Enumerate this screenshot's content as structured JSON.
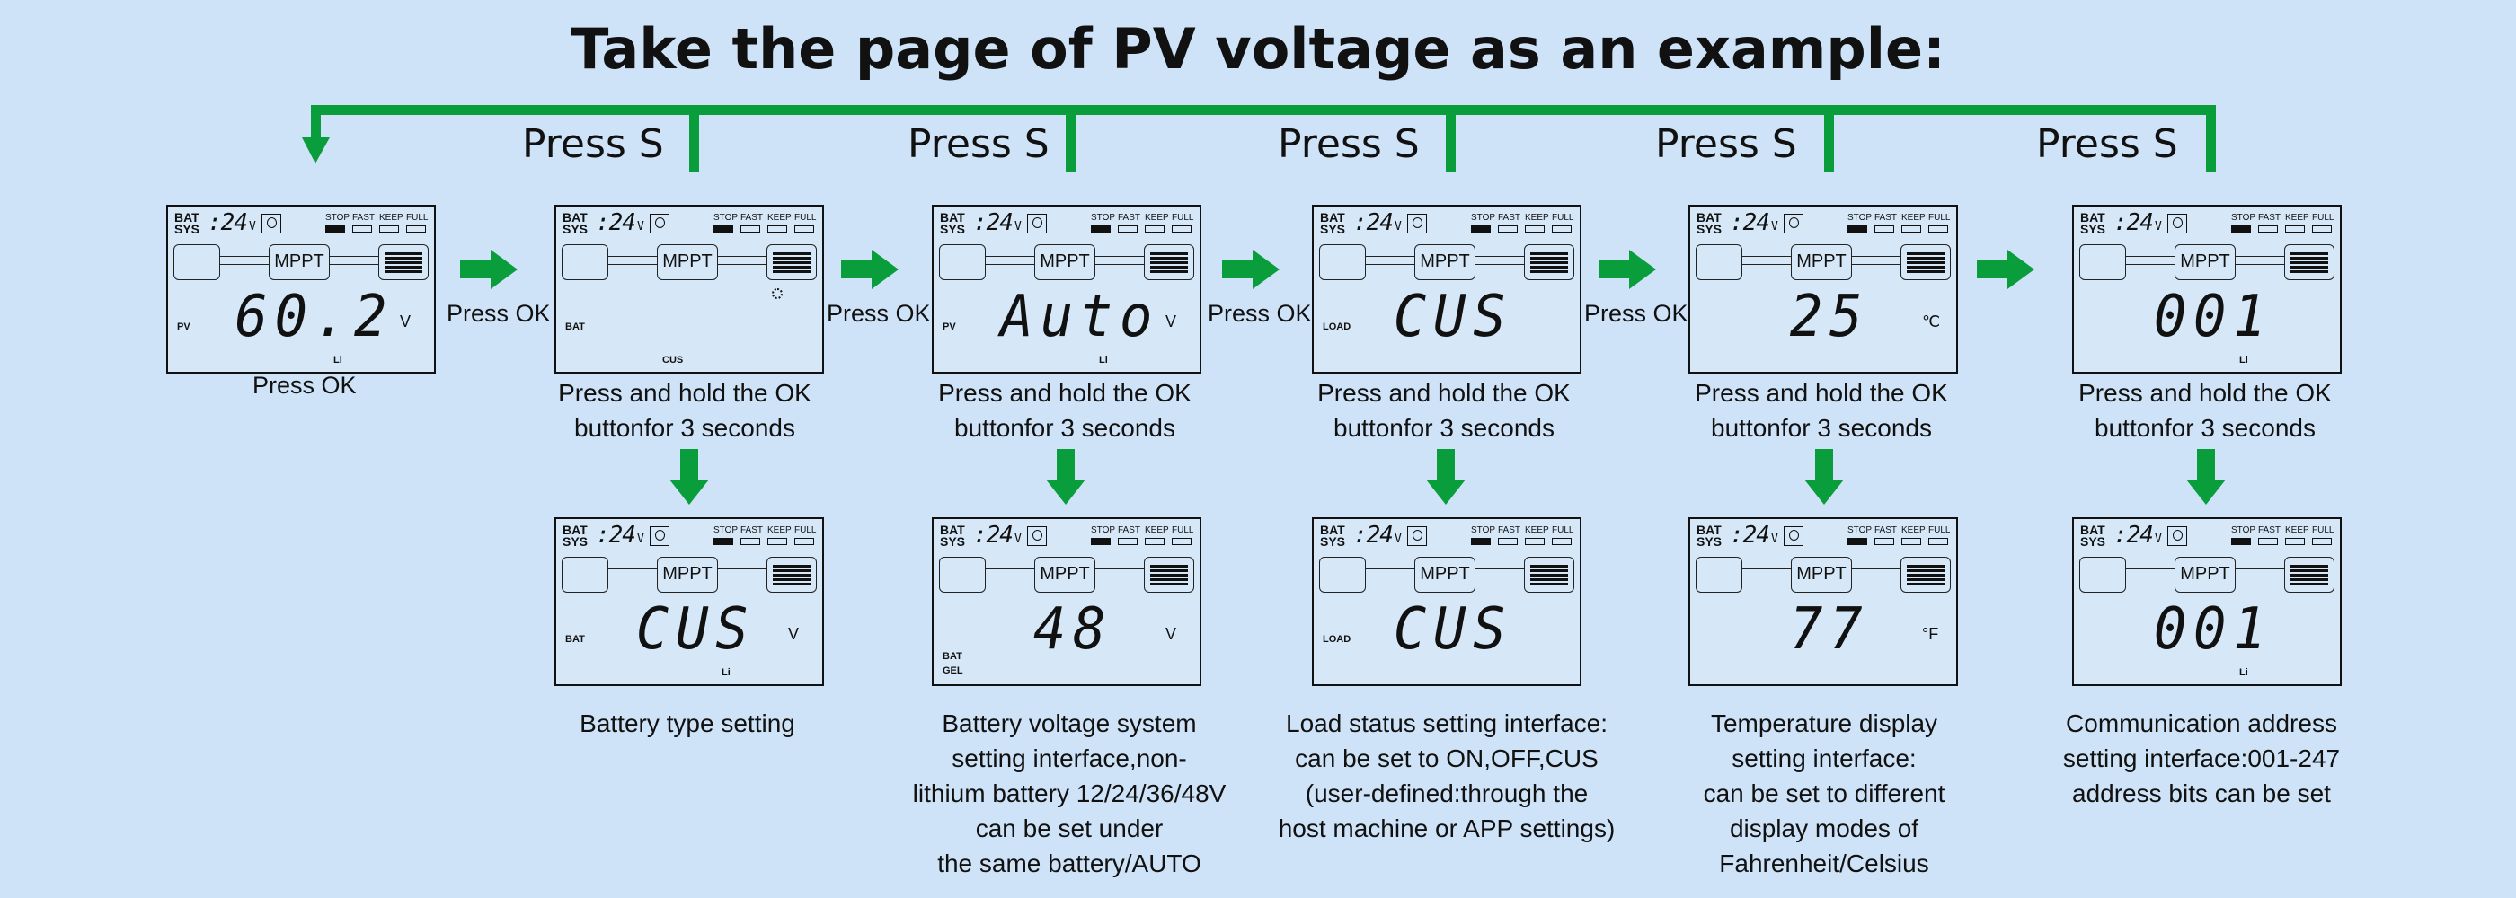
{
  "title": "Take the page of PV voltage as an example:",
  "press_s": "Press S",
  "press_ok": "Press OK",
  "hold_caption": [
    "Press and hold the OK",
    "buttonfor 3 seconds"
  ],
  "colors": {
    "background": "#cfe3f8",
    "arrow": "#0a9d3c",
    "screen_border": "#111111"
  },
  "screen_common": {
    "bat": "BAT",
    "sys": "SYS",
    "sys_value": "24",
    "sys_unit": "V",
    "mppt": "MPPT",
    "status": [
      "STOP",
      "FAST",
      "KEEP",
      "FULL"
    ]
  },
  "screens": [
    {
      "value": "60.2",
      "unit": "V",
      "labels": {
        "left": "PV",
        "bottom": "Li"
      }
    },
    {
      "value": "",
      "unit": "",
      "labels": {
        "left": "BAT",
        "bottom": "CUS"
      },
      "gear": true
    },
    {
      "value": "Auto",
      "unit": "V",
      "labels": {
        "left": "PV",
        "bottom": "Li"
      }
    },
    {
      "value": "CUS",
      "unit": "",
      "labels": {
        "left": "LOAD",
        "bottom": ""
      }
    },
    {
      "value": "25",
      "unit": "℃",
      "labels": {
        "left": "",
        "bottom": ""
      }
    },
    {
      "value": "001",
      "unit": "",
      "labels": {
        "left": "",
        "bottom": "Li"
      }
    },
    {
      "value": "CUS",
      "unit": "V",
      "labels": {
        "left": "BAT",
        "bottom": "Li"
      }
    },
    {
      "value": "48",
      "unit": "V",
      "labels": {
        "left": "BAT",
        "left2": "GEL",
        "bottom": ""
      }
    },
    {
      "value": "CUS",
      "unit": "",
      "labels": {
        "left": "LOAD",
        "bottom": ""
      }
    },
    {
      "value": "77",
      "unit": "°F",
      "labels": {
        "left": "",
        "bottom": ""
      }
    },
    {
      "value": "001",
      "unit": "",
      "labels": {
        "left": "",
        "bottom": "Li"
      }
    }
  ],
  "captions": {
    "battery_type": [
      "Battery type setting"
    ],
    "battery_voltage": [
      "Battery voltage system",
      "setting interface,non-",
      "lithium battery 12/24/36/48V",
      "can be set under",
      "the same battery/AUTO"
    ],
    "load_status": [
      "Load status setting interface:",
      "can be set to ON,OFF,CUS",
      "(user-defined:through the",
      "host machine or APP settings)"
    ],
    "temperature": [
      "Temperature display",
      "setting interface:",
      "can be set to different",
      "display modes of",
      "Fahrenheit/Celsius"
    ],
    "communication": [
      "Communication address",
      "setting interface:001-247",
      "address bits can be set"
    ]
  }
}
